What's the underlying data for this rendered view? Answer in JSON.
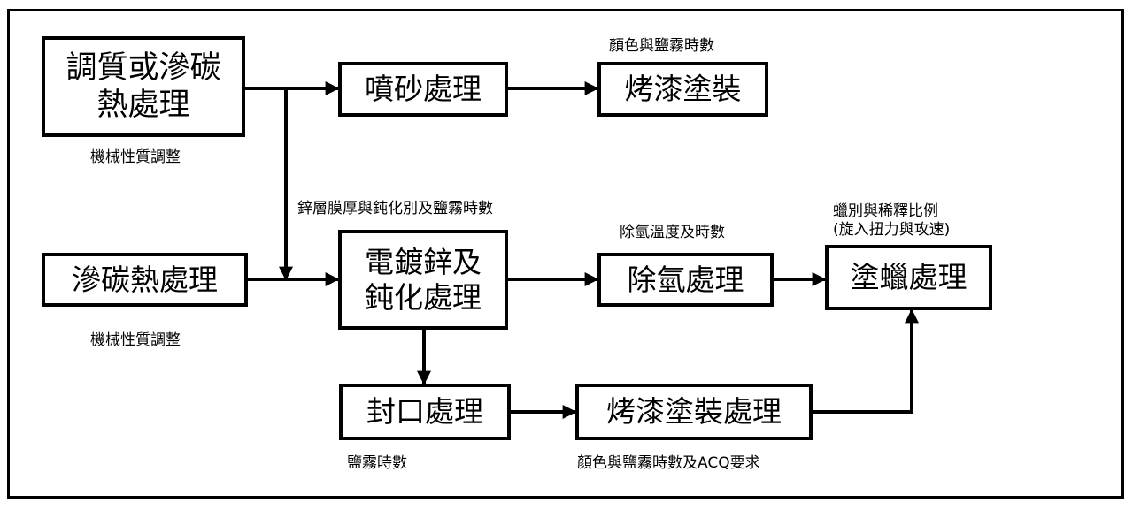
{
  "boxes": {
    "quench": "調質或滲碳\n熱處理",
    "sandblast": "噴砂處理",
    "paint_top": "烤漆塗裝",
    "carburize": "滲碳熱處理",
    "zinc": "電鍍鋅及\n鈍化處理",
    "dehydrogen": "除氫處理",
    "wax": "塗蠟處理",
    "seal": "封口處理",
    "paint_bottom": "烤漆塗裝處理"
  },
  "labels": {
    "quench_note": "機械性質調整",
    "carburize_note": "機械性質調整",
    "paint_top_note": "顏色與鹽霧時數",
    "zinc_note": "鋅層膜厚與鈍化別及鹽霧時數",
    "dehydrogen_note": "除氫溫度及時數",
    "wax_note_1": "蠟別與稀釋比例",
    "wax_note_2": "(旋入扭力與攻速)",
    "seal_note": "鹽霧時數",
    "paint_bottom_note": "顏色與鹽霧時數及ACQ要求"
  }
}
